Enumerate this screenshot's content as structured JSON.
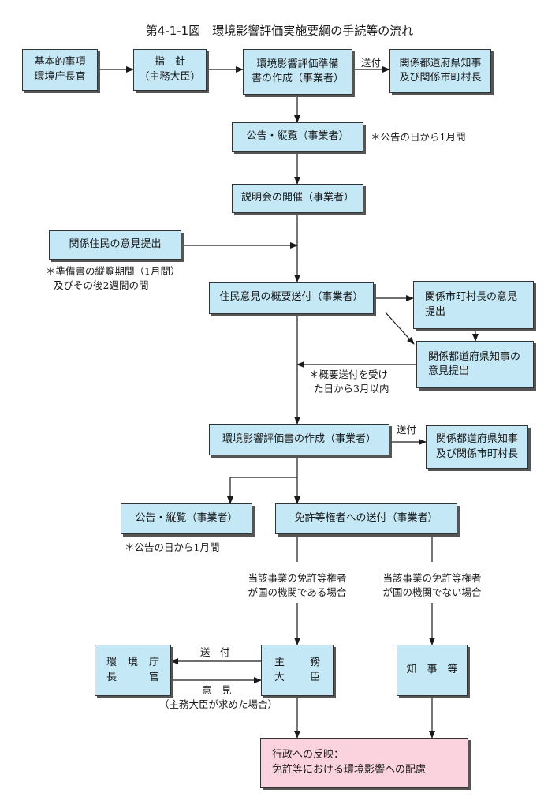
{
  "title": "第4-1-1図　環境影響評価実施要綱の手続等の流れ",
  "boxes": {
    "basic": [
      "基本的事項",
      "環境庁長官"
    ],
    "guideline": [
      "指　針",
      "（主務大臣）"
    ],
    "prep": [
      "環境影響評価準備",
      "書の作成（事業者）"
    ],
    "gov_top": [
      "関係都道府県知事",
      "及び関係市町村長"
    ],
    "notice1": "公告・縦覧（事業者）",
    "briefing": "説明会の開催（事業者）",
    "resident_opinion": "関係住民の意見提出",
    "summary_send": "住民意見の概要送付（事業者）",
    "mayor_opinion": [
      "関係市町村長の意見",
      "提出"
    ],
    "governor_opinion": [
      "関係都道府県知事の",
      "意見提出"
    ],
    "eia_doc": "環境影響評価書の作成（事業者）",
    "gov_mid": [
      "関係都道府県知事",
      "及び関係市町村長"
    ],
    "notice2": "公告・縦覧（事業者）",
    "license_send": "免許等権者への送付（事業者）",
    "env_agency": [
      [
        "環",
        "境",
        "庁"
      ],
      [
        "長",
        "官"
      ]
    ],
    "minister": [
      [
        "主",
        "務"
      ],
      [
        "大",
        "臣"
      ]
    ],
    "governor_etc": "知　事　等",
    "final": [
      "行政への反映：",
      "免許等における環境影響への配慮"
    ]
  },
  "notes": {
    "notice1_period": "＊公告の日から1月間",
    "resident_period": [
      "＊準備書の縦覧期間（1月間）",
      "及びその後2週間の間"
    ],
    "summary_period": [
      "＊概要送付を受け",
      "た日から3月以内"
    ],
    "notice2_period": "＊公告の日から1月間",
    "national_case": [
      "当該事業の免許等権者",
      "が国の機関である場合"
    ],
    "non_national_case": [
      "当該事業の免許等権者",
      "が国の機関でない場合"
    ],
    "minister_request": "（主務大臣が求めた場合）"
  },
  "labels": {
    "send1": "送付",
    "send2": "送付",
    "send3": "送　付",
    "opinion": "意　見"
  }
}
